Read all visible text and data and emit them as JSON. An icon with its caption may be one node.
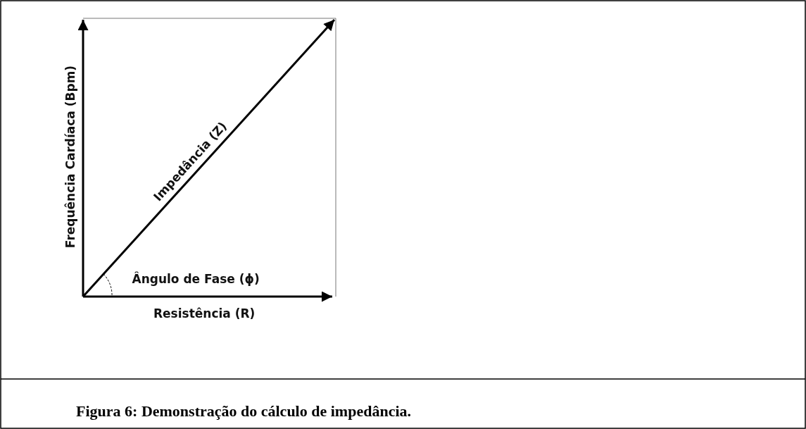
{
  "diagram": {
    "caption": "Figura 6: Demonstração do cálculo de impedância.",
    "labels": [
      "Frequência Cardíaca (Bpm)",
      "Impedância (Z)",
      "Ângulo de Fase (ϕ)",
      "Resistência (R)"
    ]
  }
}
